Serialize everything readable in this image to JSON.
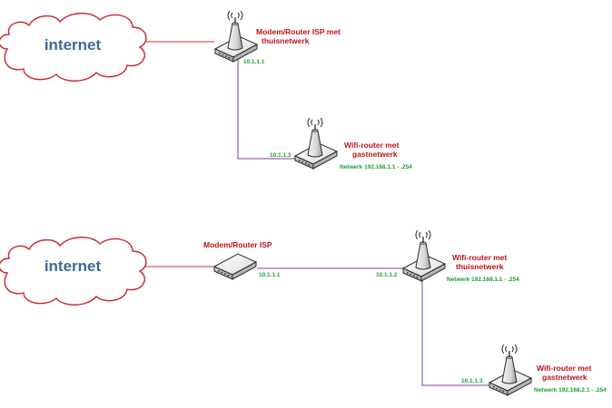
{
  "colors": {
    "internet_link": "#d0313a",
    "lan_link": "#7d3c98",
    "device_label": "#c0111a",
    "ip_label": "#1aa130",
    "cloud_text": "#3b6a98"
  },
  "diagram1": {
    "cloud_label": "internet",
    "modem": {
      "label_line1": "Modem/Router ISP met",
      "label_line2": "thuisnetwerk",
      "ip": "10.1.1.1"
    },
    "wifi": {
      "label_line1": "Wifi-router met",
      "label_line2": "gastnetwerk",
      "ip": "10.1.1.3",
      "network": "Netwerk 192.168.1.1 - .254"
    }
  },
  "diagram2": {
    "cloud_label": "internet",
    "modem": {
      "label": "Modem/Router ISP",
      "ip": "10.1.1.1"
    },
    "wifi1": {
      "label_line1": "Wifi-router met",
      "label_line2": "thuisnetwerk",
      "ip": "10.1.1.2",
      "network": "Netwerk 192.168.1.1 - .254"
    },
    "wifi2": {
      "label_line1": "Wifi-router met",
      "label_line2": "gastnetwerk",
      "ip": "10.1.1.3",
      "network": "Netwerk 192.168.2.1 - .254"
    }
  }
}
